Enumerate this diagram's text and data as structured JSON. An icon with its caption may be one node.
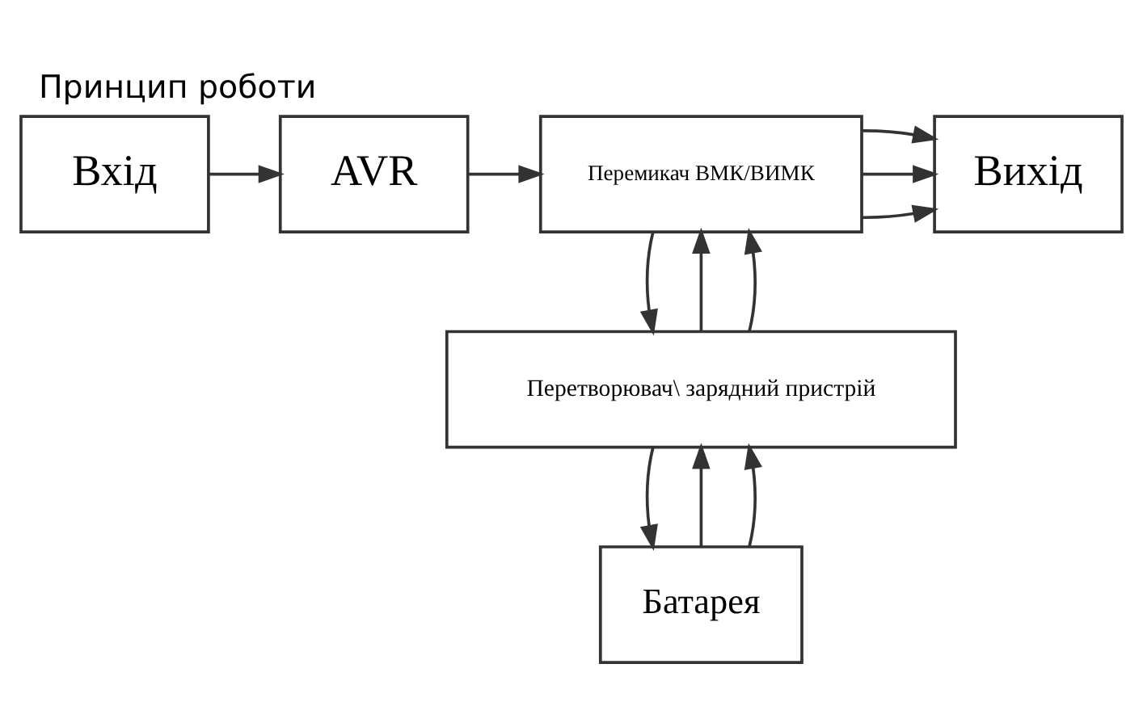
{
  "diagram": {
    "title": "Принцип роботи",
    "nodes": [
      {
        "text": [
          "Вхід"
        ]
      },
      {
        "text": [
          "AVR"
        ]
      },
      {
        "text": [
          "Перемикач ВМК/ВИМК"
        ]
      },
      {
        "text": [
          "Вихід"
        ]
      },
      {
        "text": [
          "Перетворювач\\ зарядний пристрій"
        ]
      },
      {
        "text": [
          "Батарея"
        ]
      }
    ],
    "edges": [
      {
        "from": 0,
        "to": 1,
        "arrow": "to"
      },
      {
        "from": 1,
        "to": 2,
        "arrow": "to"
      },
      {
        "from": 2,
        "to": 3,
        "arrow": "to"
      },
      {
        "from": 2,
        "to": 3,
        "arrow": "to"
      },
      {
        "from": 2,
        "to": 3,
        "arrow": "to"
      },
      {
        "from": 2,
        "to": 4,
        "arrow": "to"
      },
      {
        "from": 4,
        "to": 2,
        "arrow": "to"
      },
      {
        "from": 4,
        "to": 2,
        "arrow": "to"
      },
      {
        "from": 4,
        "to": 5,
        "arrow": "to"
      },
      {
        "from": 5,
        "to": 4,
        "arrow": "to"
      },
      {
        "from": 5,
        "to": 4,
        "arrow": "to"
      }
    ]
  }
}
